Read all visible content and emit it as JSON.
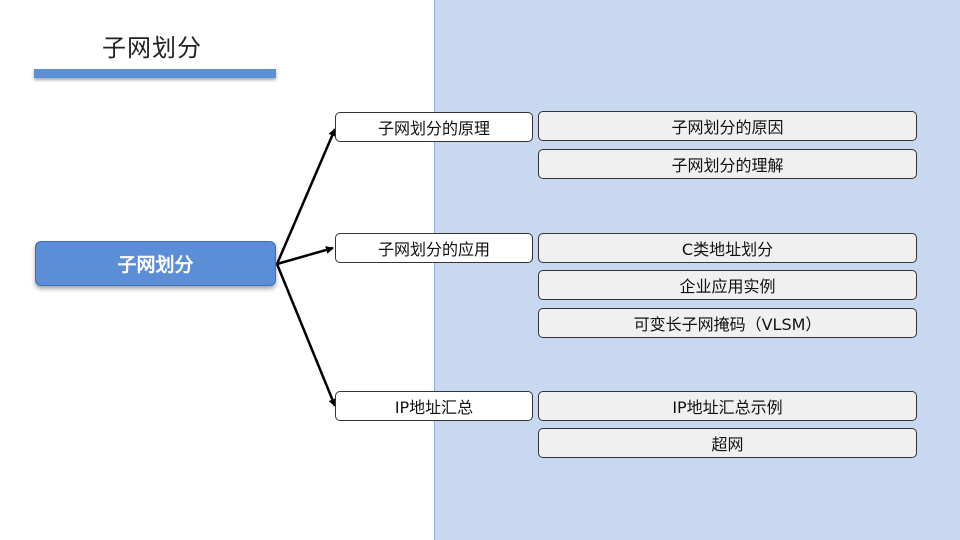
{
  "title": "子网划分",
  "root": "子网划分",
  "branches": [
    {
      "label": "子网划分的原理",
      "items": [
        "子网划分的原因",
        "子网划分的理解"
      ]
    },
    {
      "label": "子网划分的应用",
      "items": [
        "C类地址划分",
        "企业应用实例",
        "可变长子网掩码（VLSM）"
      ]
    },
    {
      "label": "IP地址汇总",
      "items": [
        "IP地址汇总示例",
        "超网"
      ]
    }
  ],
  "colors": {
    "panel": "#c7d8f0",
    "root": "#5b8ed6",
    "accent_bar": "#5b8fd6"
  }
}
